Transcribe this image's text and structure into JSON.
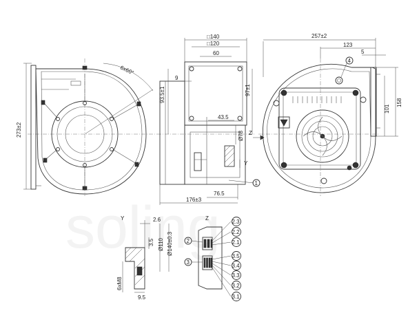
{
  "watermark": "soling",
  "dims": {
    "d273": "273±2",
    "d6x60": "6x60°",
    "sq140": "□140",
    "sq120": "□120",
    "d60": "60",
    "d9": "9",
    "d935": "93.5±1",
    "d97": "97±1",
    "d435": "43.5",
    "d78": "Ø78",
    "d765": "76.5",
    "d176": "176±3",
    "d257": "257±2",
    "d123": "123",
    "d5": "5",
    "d158": "158",
    "d101": "101",
    "d26": "2.6",
    "d35": "3.5",
    "d110": "Ø110",
    "d140": "Ø140±0.3",
    "m8": "6xM8",
    "d95": "9.5"
  },
  "views": {
    "z_arrow": "Z",
    "y_arrow": "Y",
    "y_title": "Y",
    "z_title": "Z"
  },
  "callouts": {
    "c1": "1",
    "c2": "2",
    "c3": "3",
    "c4": "4",
    "terminals": [
      "2.3",
      "2.2",
      "2.1",
      "3.5",
      "3.4",
      "3.3",
      "3.2",
      "3.1"
    ]
  }
}
